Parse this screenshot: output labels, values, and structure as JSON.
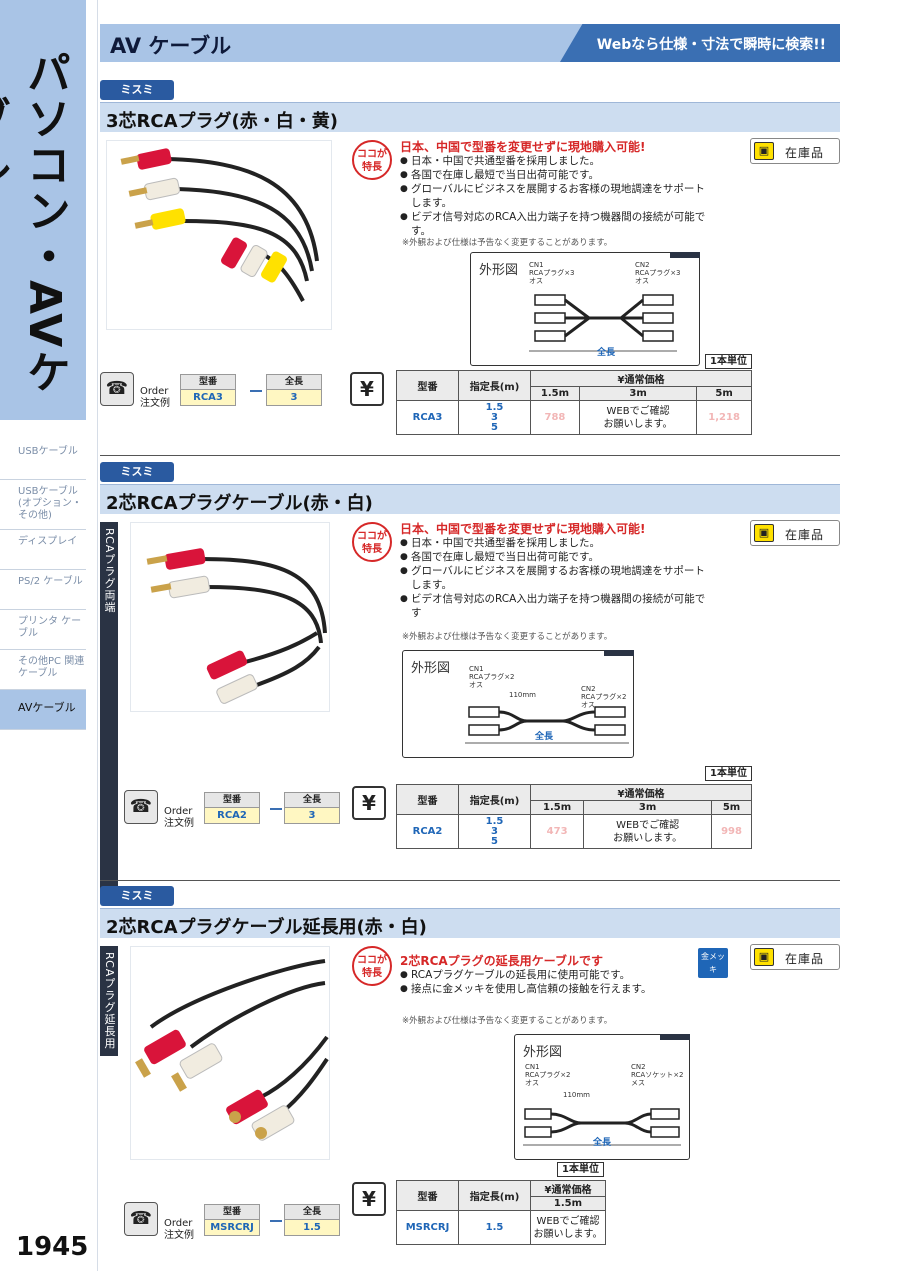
{
  "sidebar": {
    "title": "パソコン・AVケーブル",
    "items": [
      {
        "label": "USBケーブル"
      },
      {
        "label": "USBケーブル(オプション・その他)"
      },
      {
        "label": "ディスプレイ"
      },
      {
        "label": "PS/2 ケーブル"
      },
      {
        "label": "プリンタ ケーブル"
      },
      {
        "label": "その他PC 関連ケーブル"
      },
      {
        "label": "AVケーブル"
      }
    ],
    "page_number": "1945"
  },
  "header": {
    "title": "AV ケーブル",
    "banner": "Webなら仕様・寸法で瞬時に検索!!"
  },
  "common": {
    "misumi": "ミスミ",
    "koko": "ココが特長",
    "stock": "在庫品",
    "stock_icon": "cube-icon",
    "note": "※外観および仕様は予告なく変更することがあります。",
    "unit": "1本単位",
    "order_en": "Order",
    "order_jp": "注文例",
    "order_model_head": "型番",
    "order_length_head": "全長",
    "table_model_head": "型番",
    "table_length_head": "指定長(m)",
    "table_price_head": "¥通常価格",
    "diagram_title": "外形図",
    "diagram_length": "全長",
    "yen_glyph": "¥",
    "phone_icon": "☎"
  },
  "products": [
    {
      "title": "3芯RCAプラグ(赤・白・黄)",
      "feature_head": "日本、中国で型番を変更せずに現地購入可能!",
      "features": [
        "日本・中国で共通型番を採用しました。",
        "各国で在庫し最短で当日出荷可能です。",
        "グローバルにビジネスを展開するお客様の現地調達をサポートします。",
        "ビデオ信号対応のRCA入出力端子を持つ機器間の接続が可能です。"
      ],
      "cn1": "CN1\nRCAプラグ×3\nオス",
      "cn2": "CN2\nRCAプラグ×3\nオス",
      "order": {
        "model": "RCA3",
        "length": "3"
      },
      "table": {
        "model": "RCA3",
        "lengths": "1.5\n3\n5",
        "cols": [
          "1.5m",
          "3m",
          "5m"
        ],
        "prices": [
          "788",
          "",
          "1,218"
        ],
        "web": "WEBでご確認\nお願いします。"
      }
    },
    {
      "title": "2芯RCAプラグケーブル(赤・白)",
      "side_label": "RCAプラグ両端",
      "feature_head": "日本、中国で型番を変更せずに現地購入可能!",
      "features": [
        "日本・中国で共通型番を採用しました。",
        "各国で在庫し最短で当日出荷可能です。",
        "グローバルにビジネスを展開するお客様の現地調達をサポートします。",
        "ビデオ信号対応のRCA入出力端子を持つ機器間の接続が可能です"
      ],
      "cn1": "CN1\nRCAプラグ×2\nオス",
      "cn2": "CN2\nRCAプラグ×2\nオス",
      "dim": "110mm",
      "order": {
        "model": "RCA2",
        "length": "3"
      },
      "table": {
        "model": "RCA2",
        "lengths": "1.5\n3\n5",
        "cols": [
          "1.5m",
          "3m",
          "5m"
        ],
        "prices": [
          "473",
          "",
          "998"
        ],
        "web": "WEBでご確認\nお願いします。"
      }
    },
    {
      "title": "2芯RCAプラグケーブル延長用(赤・白)",
      "side_label": "RCAプラグ延長用",
      "feature_head": "2芯RCAプラグの延長用ケーブルです",
      "features": [
        "RCAプラグケーブルの延長用に使用可能です。",
        "接点に金メッキを使用し高信頼の接触を行えます。"
      ],
      "gold_badge": "金メッキ",
      "cn1": "CN1\nRCAプラグ×2\nオス",
      "cn2": "CN2\nRCAソケット×2\nメス",
      "dim": "110mm",
      "order": {
        "model": "MSRCRJ",
        "length": "1.5"
      },
      "table": {
        "model": "MSRCRJ",
        "lengths": "1.5",
        "cols": [
          "1.5m"
        ],
        "web": "WEBでご確認\nお願いします。"
      }
    }
  ]
}
